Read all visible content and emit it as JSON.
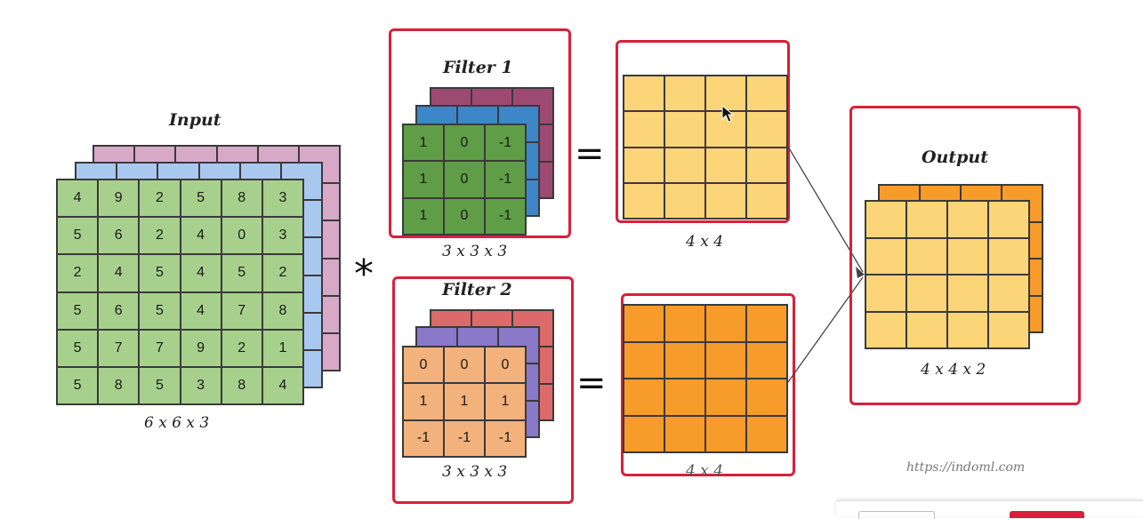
{
  "input": {
    "title": "Input",
    "dims": "6 x 6 x 3",
    "front_values": [
      [
        "4",
        "9",
        "2",
        "5",
        "8",
        "3"
      ],
      [
        "5",
        "6",
        "2",
        "4",
        "0",
        "3"
      ],
      [
        "2",
        "4",
        "5",
        "4",
        "5",
        "2"
      ],
      [
        "5",
        "6",
        "5",
        "4",
        "7",
        "8"
      ],
      [
        "5",
        "7",
        "7",
        "9",
        "2",
        "1"
      ],
      [
        "5",
        "8",
        "5",
        "3",
        "8",
        "4"
      ]
    ],
    "colors": {
      "back": "#d8a9c7",
      "mid": "#a9c8f0",
      "front": "#a8d08d"
    }
  },
  "operator": "*",
  "filter1": {
    "title": "Filter 1",
    "dims": "3 x 3 x 3",
    "front_values": [
      [
        "1",
        "0",
        "-1"
      ],
      [
        "1",
        "0",
        "-1"
      ],
      [
        "1",
        "0",
        "-1"
      ]
    ],
    "colors": {
      "back": "#9c4a72",
      "mid": "#3d86c8",
      "front": "#5f9e47"
    }
  },
  "filter2": {
    "title": "Filter 2",
    "dims": "3 x 3 x 3",
    "front_values": [
      [
        "0",
        "0",
        "0"
      ],
      [
        "1",
        "1",
        "1"
      ],
      [
        "-1",
        "-1",
        "-1"
      ]
    ],
    "colors": {
      "back": "#dd6a6a",
      "mid": "#8a78c8",
      "front": "#f3b27c"
    }
  },
  "equals": "=",
  "result1": {
    "dims": "4 x 4",
    "color": "#fbd578"
  },
  "result2": {
    "dims": "4 x 4",
    "color": "#f79b2b"
  },
  "output": {
    "title": "Output",
    "dims": "4 x 4 x 2",
    "colors": {
      "back": "#f79b2b",
      "front": "#fbd578"
    }
  },
  "watermark": "https://indoml.com",
  "accent": "#d8203a"
}
